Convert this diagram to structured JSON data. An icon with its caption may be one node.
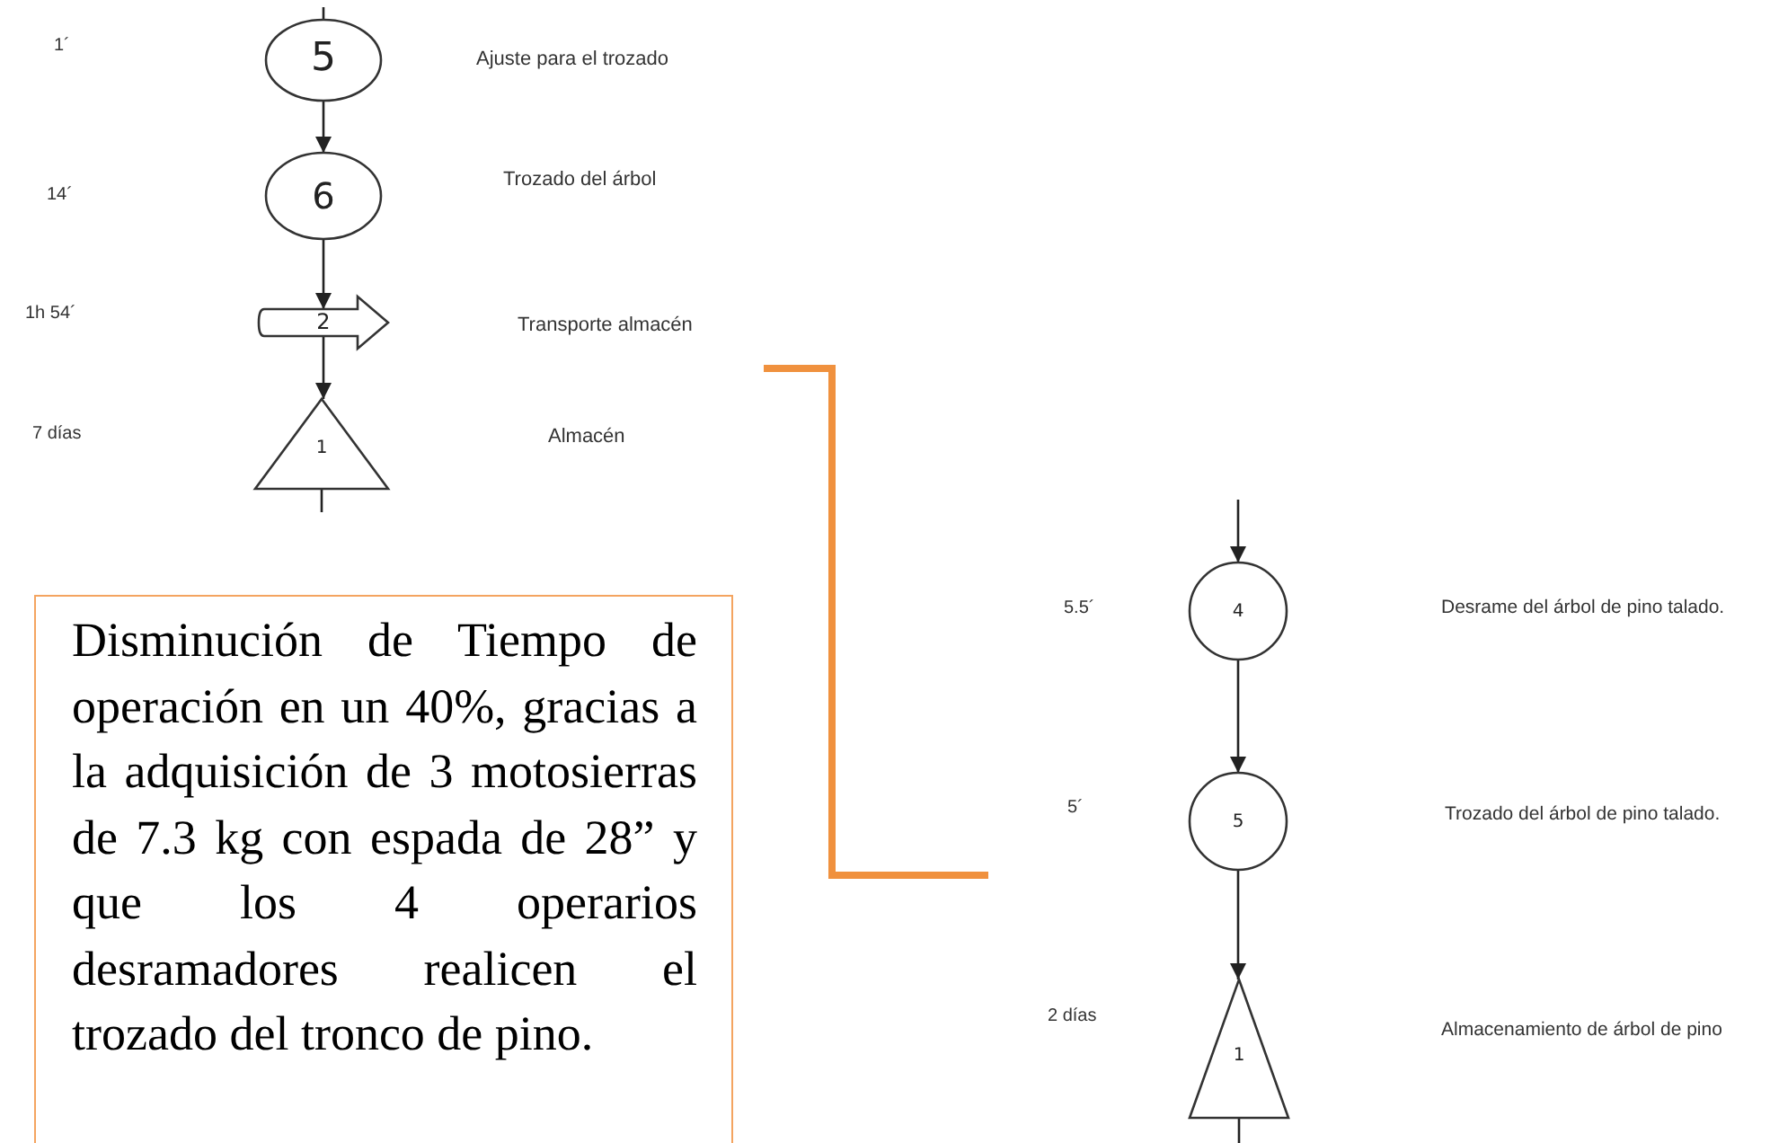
{
  "diagram": {
    "nodes": [
      {
        "text": [
          "5"
        ]
      },
      {
        "text": [
          "6"
        ]
      },
      {
        "text": [
          "2"
        ]
      },
      {
        "text": [
          "1"
        ]
      },
      {
        "text": [
          "Disminución de Tiempo de operación en un 40%, gracias a la adquisición de 3 motosierras de 7.3 kg con espada de 28” y que los 4 operarios desramadores realicen el trozado del tronco de pino."
        ]
      },
      {
        "text": [
          "4"
        ]
      },
      {
        "text": [
          "5"
        ]
      },
      {
        "text": [
          "1"
        ]
      }
    ],
    "edges": [
      {
        "from": null,
        "to": 0,
        "arrow": "none"
      },
      {
        "from": 0,
        "to": 1,
        "arrow": "to"
      },
      {
        "from": 1,
        "to": 2,
        "arrow": "to"
      },
      {
        "from": 2,
        "to": 3,
        "arrow": "to"
      },
      {
        "from": 3,
        "to": null,
        "arrow": "none"
      },
      {
        "from": null,
        "to": 5,
        "arrow": "to"
      },
      {
        "from": 5,
        "to": 6,
        "arrow": "to"
      },
      {
        "from": 6,
        "to": 7,
        "arrow": "to"
      },
      {
        "from": 7,
        "to": null,
        "arrow": "none"
      }
    ],
    "labels": [
      "1´",
      "Ajuste para el trozado",
      "14´",
      "Trozado del árbol",
      "1h  54´",
      "Transporte almacén",
      "7 días",
      "Almacén",
      "5.5´",
      "Desrame del árbol de pino talado.",
      "5´",
      "Trozado del árbol de pino talado.",
      "2 días",
      "Almacenamiento de árbol de pino"
    ]
  }
}
